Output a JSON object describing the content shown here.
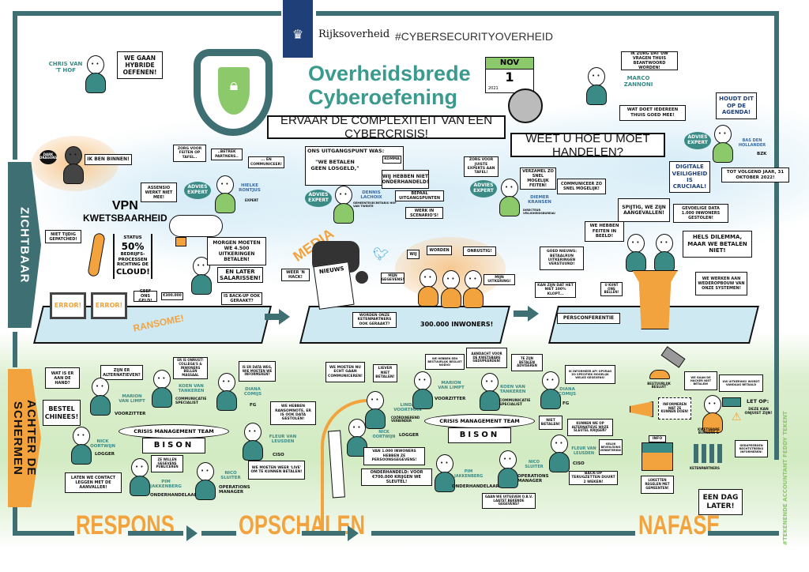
{
  "header": {
    "logo_text": "Rijksoverheid",
    "hashtag": "#CYBERSECURITYOVERHEID",
    "title_line1": "Overheidsbrede",
    "title_line2": "Cyberoefening",
    "tagline": "ERVAAR DE COMPLEXITEIT VAN EEN CYBERCRISIS!",
    "question": "WEET U HOE U MOET HANDELEN?",
    "calendar": {
      "month": "NOV",
      "day": "1",
      "year": "2021"
    }
  },
  "sections": {
    "visible": "ZICHTBAAR",
    "behind": "ACHTER DE SCHERMEN"
  },
  "phases": [
    "RESPONS",
    "OPSCHALEN",
    "NAFASE"
  ],
  "colors": {
    "teal": "#3d6f73",
    "green": "#8cc96a",
    "orange": "#f3a33d",
    "blue": "#1f3f78"
  },
  "advies": "ADVIES EXPERT",
  "top": {
    "chris_name": "CHRIS VAN 'T HOF",
    "chris_quote": "WE GAAN HYBRIDE OEFENEN!",
    "marco_quote1": "IK ZORG DAT UW VRAGEN THUIS BEANTWOORD WORDEN!",
    "marco_name": "MARCO ZANNONI",
    "marco_quote2": "WAT DOET IEDEREEN THUIS GOED MEE!",
    "bas_quote": "HOUDT DIT OP DE AGENDA!",
    "bas_name": "BAS DEN HOLLANDER",
    "bas_role": "BZK",
    "bas_crucial": "DIGITALE VEILIGHEID IS CRUCIAAL!",
    "bas_next": "TOT VOLGEND JAAR, 31 OKTOBER 2022!"
  },
  "respons_visible": {
    "hacker_label": "DARK DRAGONS",
    "hacker_quote": "IK BEN BINNEN!",
    "vpn": "VPN",
    "vpn2": "KWETSBAARHEID",
    "patch": "NIET TIJDIG GEPATCHED!",
    "status": "STATUS",
    "status_pct": "50%",
    "status_text": "BEDRIJFS-PROCESSEN RICHTING DE",
    "status_cloud": "CLOUD!",
    "error": "ERROR!",
    "pay": "GEEF ONS GELD!",
    "amount": "€300.000",
    "ransom": "RANSOME!",
    "assensio": "ASSENSIO WERKT NIET MEE!",
    "morgen": "MORGEN MOETEN WE 4.500 UITKERINGEN BETALEN!",
    "later": "EN LATER SALARISSEN!",
    "backup": "IS BACK-UP OOK GERAAKT?",
    "hielke1": "ZORG VOOR FEITEN OP TAFEL..",
    "hielke2": "..BETREK PARTNERS..",
    "hielke3": "... EN COMMUNICEER!",
    "hielke_name": "HIELKE RONTJUS",
    "hielke_role": "EXPERT"
  },
  "opschalen_visible": {
    "dennis_box1": "ONS UITGANGSPUNT WAS:",
    "dennis_box2": "\"WE BETALEN GEEN LOSGELD,\"",
    "komma": "KOMMA",
    "niet": "WIJ HEBBEN NIET ONDERHANDELD!",
    "bepaal": "BEPAAL UITGANGSPUNTEN",
    "werk": "WERK IN SCENARIO'S!",
    "dennis_name": "DENNIS LACHOIX",
    "dennis_role": "GEMEENTESECRETARIS HOF VAN TWENTE",
    "media": "MEDIA",
    "nieuws": "NIEUWS",
    "hack": "WEER 'N HACK!",
    "keten": "WORDEN ONZE KETENPARTNERS OOK GERAAKT?",
    "signs": [
      "WIJ",
      "WORDEN",
      "ONRUSTIG!"
    ],
    "gegevens": "MIJN GEGEVENS!",
    "uitkering": "MIJN UITKERING!",
    "inwoners": "300.000 INWONERS!"
  },
  "nafase_visible": {
    "diemer1": "ZORG VOOR JUISTE EXPERTS AAN TAFEL!",
    "diemer2": "VERZAMEL ZO SNEL MOGELIJK FEITEN!",
    "diemer3": "COMMUNICEER ZO SNEL MOGELIJK!",
    "diemer_name": "DIEMER KRANSEN",
    "diemer_role": "DIRECTEUR VEILIGHEIDSBUREAU",
    "spijtig": "SPIJTIG, WE ZIJN AANGEVALLEN!",
    "data": "GEVOELIGE DATA 1.000 INWONERS GESTOLEN!",
    "feiten": "WE HEBBEN FEITEN IN BEELD!",
    "dilemma": "HELS DILEMMA, MAAR WE BETALEN NIET!",
    "goed": "GOED NIEUWS: BETAALRUN UITKERINGEN VERSTUURD!",
    "klopt": "KAN ZIJN DAT HET NIET 100% KLOPT...",
    "bellen": "U KUNT ONS BELLEN!",
    "pers": "PERSCONFERENTIE",
    "wederopbouw": "WE WERKEN AAN WEDEROPBOUW VAN ONZE SYSTEMEN!"
  },
  "cmt": {
    "title": "CRISIS MANAGEMENT TEAM",
    "base": "BISON"
  },
  "people": {
    "marion": "MARION VAN LIMPT",
    "voorzitter": "VOORZITTER",
    "koen": "KOEN VAN TANKEREN",
    "comm": "COMMUNICATIE SPECIALIST",
    "diana": "DIANA COMIJS",
    "fg": "FG",
    "nick": "NICK OORTWIJN",
    "logger": "LOGGER",
    "fleur": "FLEUR VAN LEUSDEN",
    "ciso": "CISO",
    "pim": "PIM JAKKENBERG",
    "onderhandelaar": "ONDERHANDELAAR",
    "nico": "NICO SLUITER",
    "ops": "OPERATIONS MANAGER",
    "linda": "LINDA VOORTMAN",
    "linda_role": "COÖRDINEREND VERBINDER"
  },
  "respons_behind": {
    "hand": "WAT IS ER AAN DE HAND?",
    "alt": "ZIJN ER ALTERNATIEVEN?",
    "onrust": "ER IS ONRUST! COLLEGA'S & INWONERS BELLEN MASSAAL",
    "dataweg": "IS ER DATA WEG, WIE MOETEN WE INFORMEREN?",
    "chinees": "BESTEL CHINEES!",
    "ransomnote": "WE HEBBEN RANSOMNOTE, ER IS OOK DATA GESTOLEN!",
    "publiceren": "ZE WILLEN GEGEVENS PUBLICEREN",
    "contact": "LATEN WE CONTACT LEGGEN MET DE AANVALLER!",
    "live": "WE MOETEN WEER 'LIVE' OM TE KUNNEN BETALEN!"
  },
  "opschalen_behind": {
    "communiceren": "WE MOETEN NU ECHT GAAN COMMUNICEREN!",
    "liever": "LIEVER NIET BETALEN!",
    "besluit": "WE HEBBEN EEN BESTUURLIJK BESLUIT NODIG!",
    "aandacht": "AANDACHT VOOR DE KWETSBARE GEDUPEERDEN!",
    "adviseren": "TE ZIJN BETALEN ADVISEREN",
    "ap": "IK INFORMEER AP! OPVRAG ZO SPECIFIEK MOGELIJK WELKE GEGEVENS!",
    "persoons": "VAN 1.000 INWONERS HEBBEN ZE PERSOONSGEGEVENS!",
    "onderhandeld": "ONDERHANDELD: VOOR €700.000 KRIJGEN WE SLEUTEL!",
    "uitgeven": "GAAN WE UITGEVEN O.B.V. LAATST BEKENDE GEGEVENS?",
    "nietbetalen": "NIET BETALEN!",
    "sleutel": "KUNNEN WE OP ALTERNATIEVE WIJZE SLEUTEL KRIJGEN?",
    "beveiliging": "GELIJK BEVEILIGING VERBETEREN!",
    "backup": "BACK-UP TERUGZETTEN DUURT 2 WEKEN!"
  },
  "nafase_behind": {
    "besluit": "BESTUURLIJK BESLUIT",
    "hacker": "WE GAAN DE HACKER NIET BETALEN!",
    "uitkering": "UW UITKERING! WORDT VANDAAG BETAALD",
    "informeren": "INFORMEREN WAT ZE KUNNEN DOEN!",
    "letop": "LET OP:",
    "onjuist": "DEZE KAN ONJUIST ZIJN!",
    "burgers": "KWETSBARE BURGERS &",
    "ketenpartners": "KETENPARTNERS",
    "gedupeerden": "GEDUPEERDEN RECHTSTREEKS INFORMEREN!",
    "info": "INFO",
    "loketten": "LOKETTEN REGELEN MET GEMEENTEN!",
    "later": "EEN DAG LATER!"
  },
  "credit": "#TEKENENDE ACCOUNTANT FEDDY TEKENT"
}
